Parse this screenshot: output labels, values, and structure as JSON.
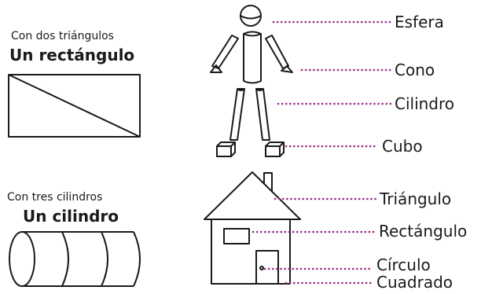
{
  "left_top": {
    "subtitle": "Con dos triángulos",
    "title": "Un rectángulo"
  },
  "left_bottom": {
    "subtitle": "Con tres cilindros",
    "title": "Un cilindro"
  },
  "figure_labels": [
    "Esfera",
    "Cono",
    "Cilindro",
    "Cubo"
  ],
  "house_labels": [
    "Triángulo",
    "Rectángulo",
    "Círculo",
    "Cuadrado"
  ],
  "colors": {
    "leader_dots": "#9c2a8a",
    "ink": "#1a1a1a"
  }
}
